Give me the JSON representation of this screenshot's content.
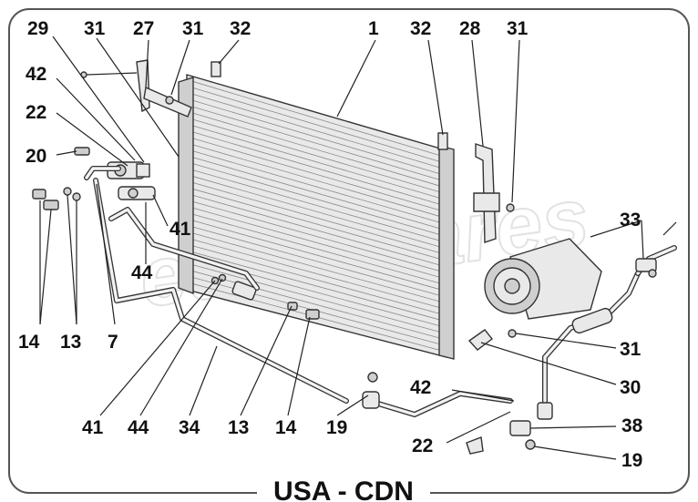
{
  "footer": {
    "caption": "USA - CDN"
  },
  "watermark": {
    "text": "eurospares"
  },
  "callouts": [
    {
      "id": "c1",
      "text": "29"
    },
    {
      "id": "c2",
      "text": "31"
    },
    {
      "id": "c3",
      "text": "27"
    },
    {
      "id": "c4",
      "text": "31"
    },
    {
      "id": "c5",
      "text": "32"
    },
    {
      "id": "c6",
      "text": "1"
    },
    {
      "id": "c7",
      "text": "32"
    },
    {
      "id": "c8",
      "text": "28"
    },
    {
      "id": "c9",
      "text": "31"
    },
    {
      "id": "c10",
      "text": "42"
    },
    {
      "id": "c11",
      "text": "22"
    },
    {
      "id": "c12",
      "text": "20"
    },
    {
      "id": "c13",
      "text": "41"
    },
    {
      "id": "c14",
      "text": "44"
    },
    {
      "id": "c15",
      "text": "33"
    },
    {
      "id": "c16",
      "text": "14"
    },
    {
      "id": "c17",
      "text": "13"
    },
    {
      "id": "c18",
      "text": "7"
    },
    {
      "id": "c19",
      "text": "31"
    },
    {
      "id": "c20",
      "text": "30"
    },
    {
      "id": "c21",
      "text": "42"
    },
    {
      "id": "c22",
      "text": "41"
    },
    {
      "id": "c23",
      "text": "44"
    },
    {
      "id": "c24",
      "text": "34"
    },
    {
      "id": "c25",
      "text": "13"
    },
    {
      "id": "c26",
      "text": "14"
    },
    {
      "id": "c27",
      "text": "19"
    },
    {
      "id": "c28",
      "text": "38"
    },
    {
      "id": "c29",
      "text": "22"
    },
    {
      "id": "c30",
      "text": "19"
    }
  ]
}
